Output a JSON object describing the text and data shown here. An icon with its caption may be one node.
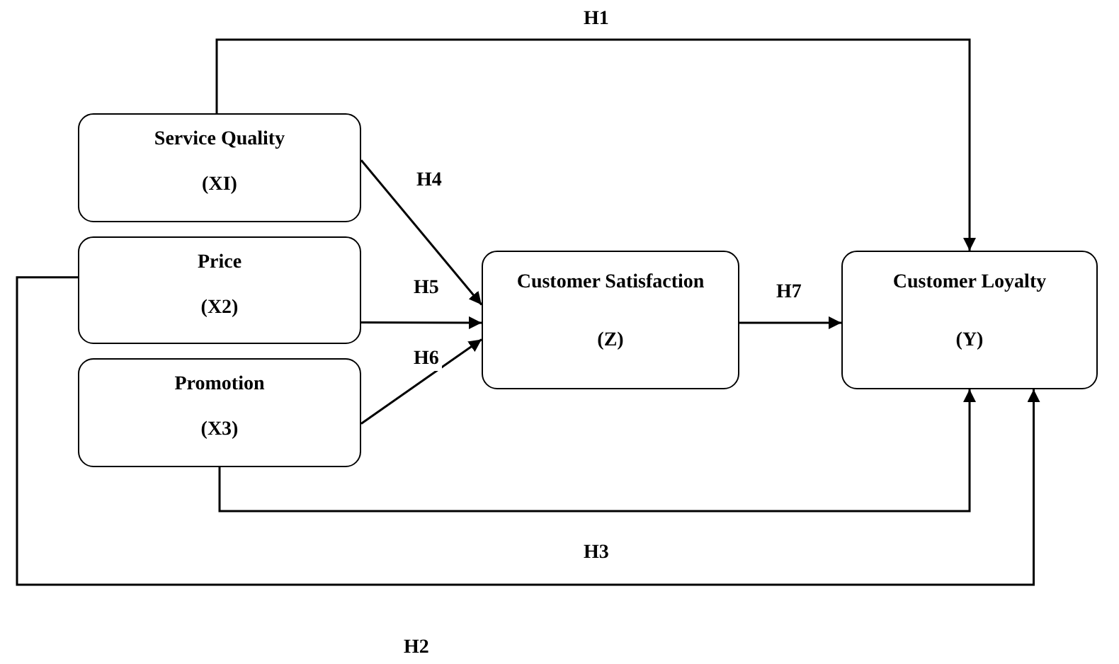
{
  "diagram": {
    "nodes": [
      {
        "text": [
          "Service Quality",
          "(XI)"
        ]
      },
      {
        "text": [
          "Price",
          "(X2)"
        ]
      },
      {
        "text": [
          "Promotion",
          "(X3)"
        ]
      },
      {
        "text": [
          "Customer Satisfaction",
          "(Z)"
        ]
      },
      {
        "text": [
          "Customer Loyalty",
          "(Y)"
        ]
      }
    ],
    "edges": [
      {
        "from": 0,
        "to": 4,
        "arrow": "to",
        "label": "H1"
      },
      {
        "from": 0,
        "to": 3,
        "arrow": "to",
        "label": "H4"
      },
      {
        "from": 1,
        "to": 3,
        "arrow": "to",
        "label": "H5"
      },
      {
        "from": 2,
        "to": 3,
        "arrow": "to",
        "label": "H6"
      },
      {
        "from": 3,
        "to": 4,
        "arrow": "to",
        "label": "H7"
      },
      {
        "from": 2,
        "to": 4,
        "arrow": "to",
        "label": "H3"
      },
      {
        "from": 1,
        "to": 4,
        "arrow": "to",
        "label": "H2"
      }
    ]
  }
}
